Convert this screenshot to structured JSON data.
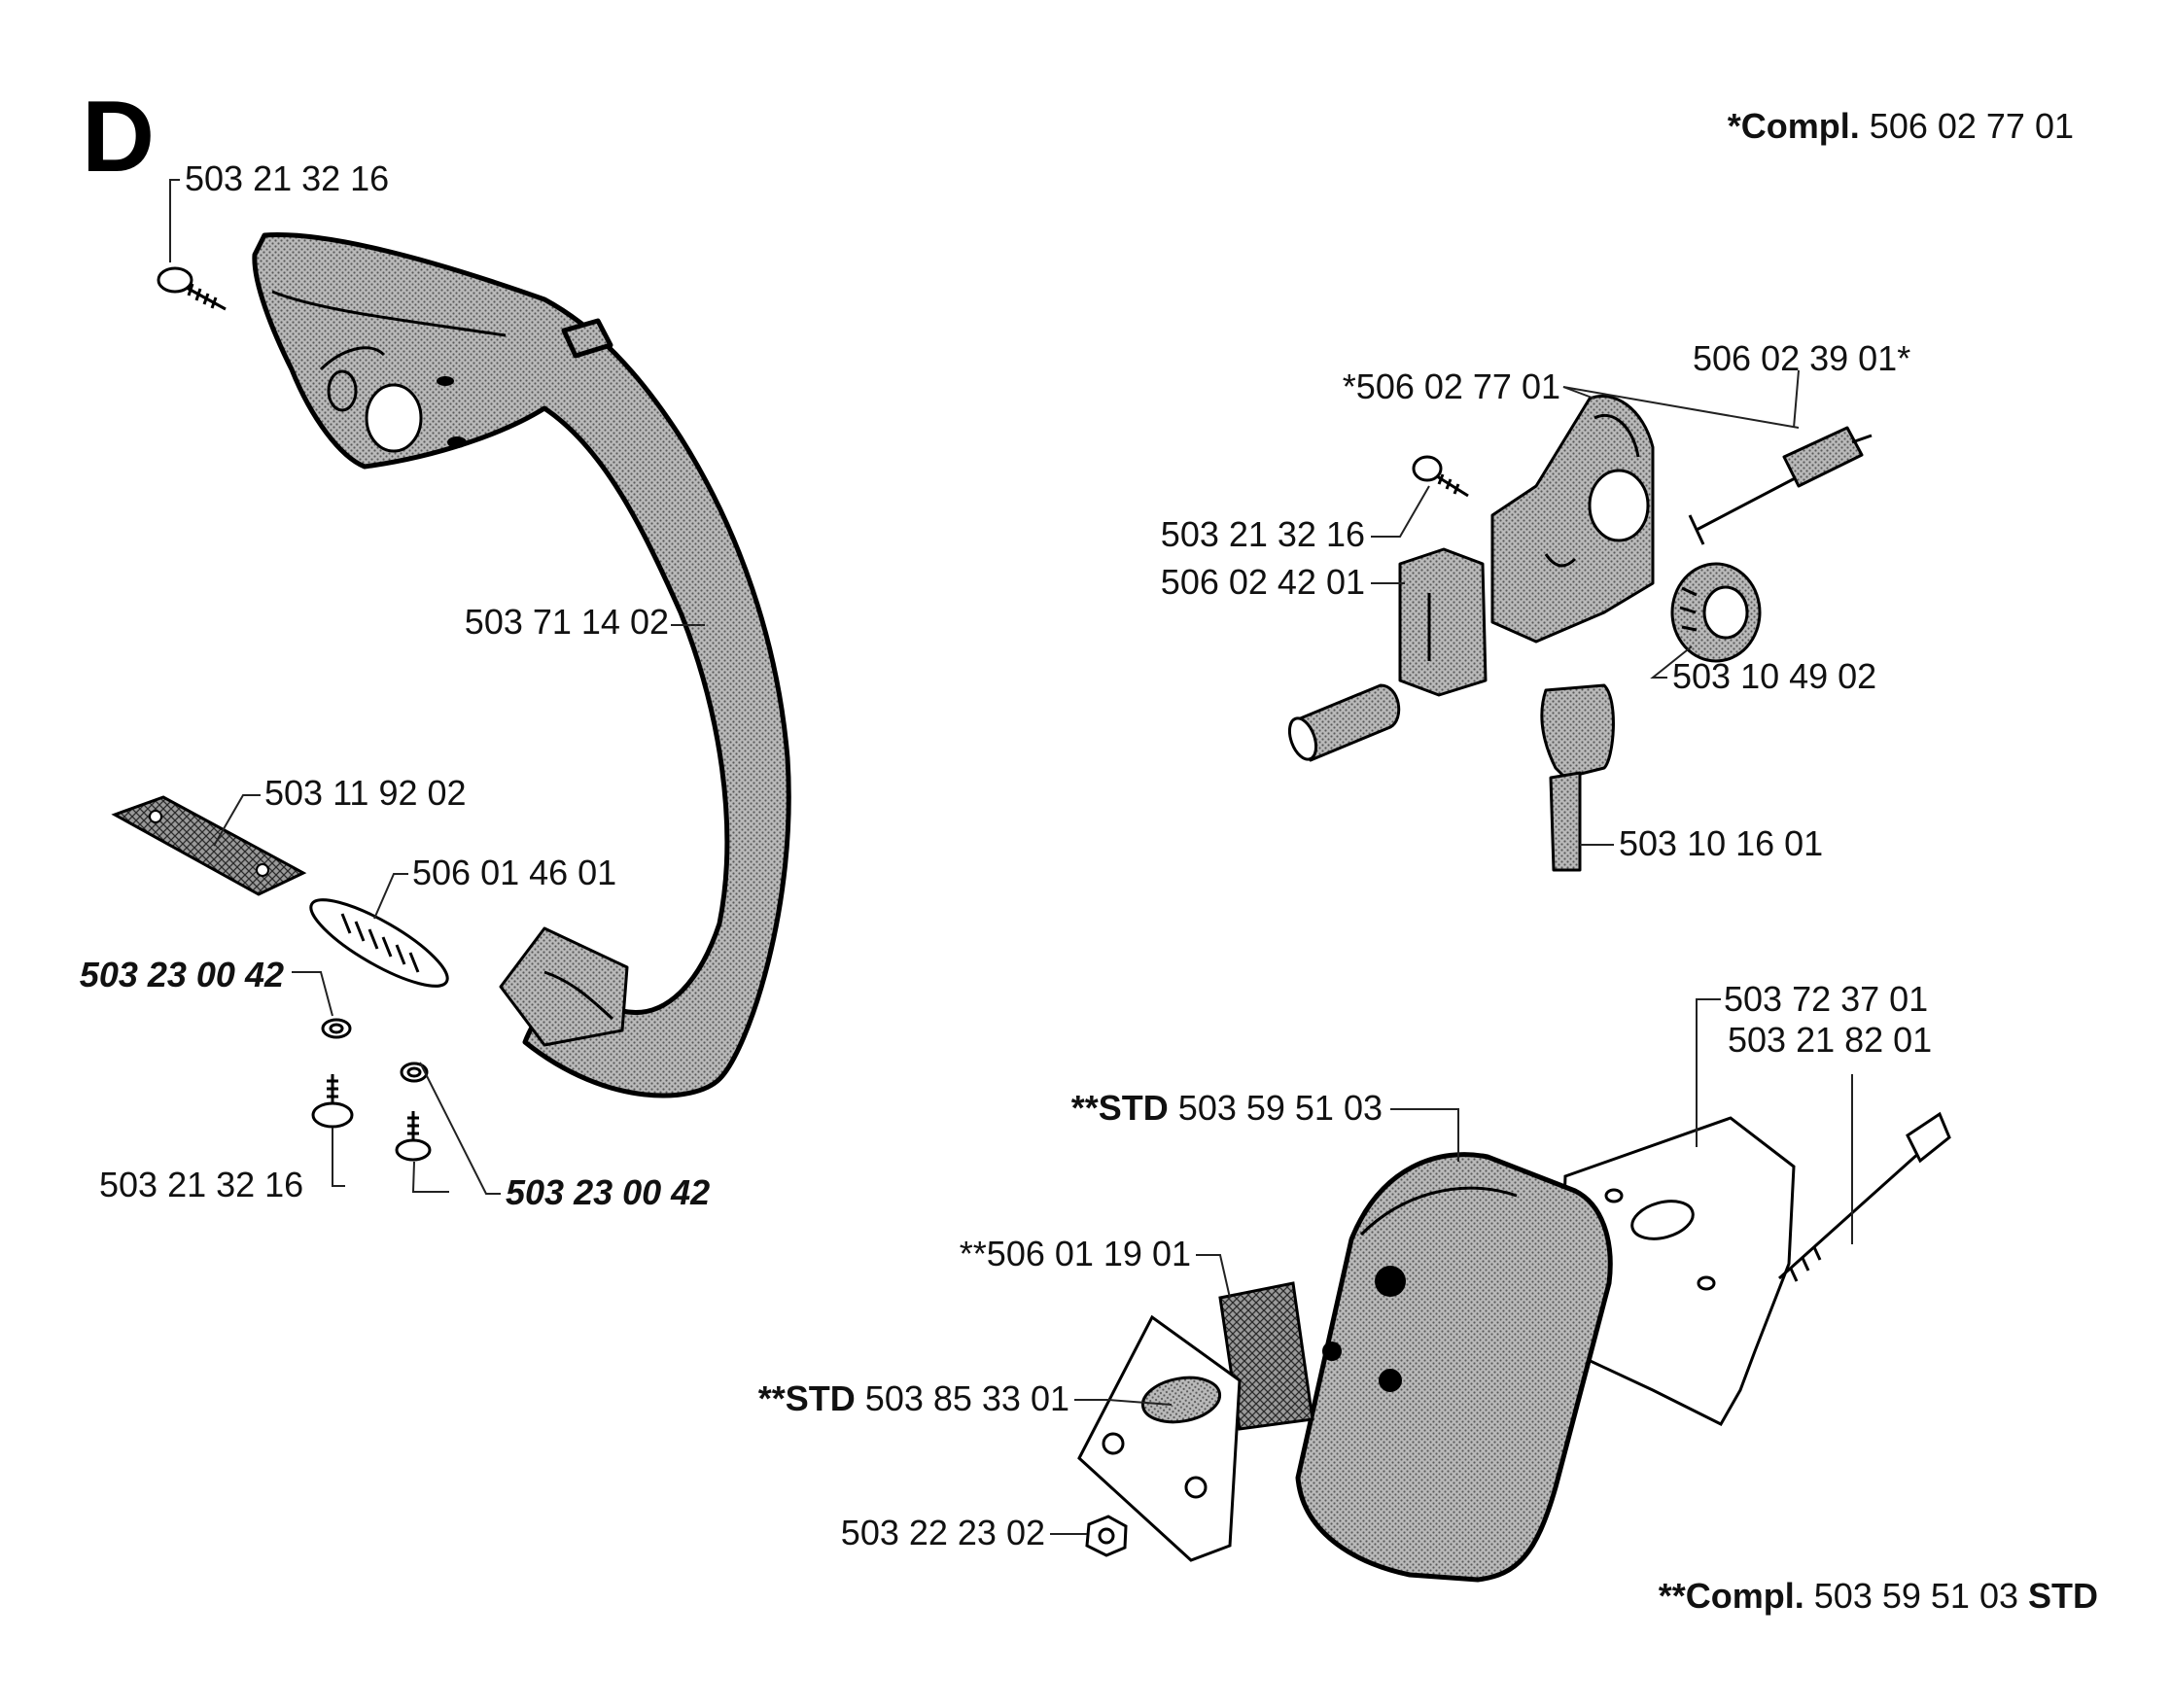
{
  "section_letter": "D",
  "header": {
    "compl_prefix": "*Compl.",
    "compl_number": "506 02 77 01"
  },
  "footer": {
    "compl_prefix": "**Compl.",
    "compl_number": "503 59 51 03",
    "compl_suffix": "STD"
  },
  "labels": {
    "screw_top": "503 21 32 16",
    "handle": "503 71 14 02",
    "plate": "503 11 92 02",
    "spring": "506 01 46 01",
    "washer_left": "503 23 00 42",
    "screw_bottom": "503  21 32 16",
    "washer_right": "503 23 00 42",
    "assembly": "*506 02 77 01",
    "adjuster": "506 02 39 01*",
    "screw_right": "503 21 32 16",
    "lever": "506 02 42 01",
    "grommet": "503 10 49 02",
    "trigger": "503 10 16 01",
    "gasket": "503 72 37 01",
    "bolt": "503 21 82 01",
    "muffler_std_prefix": "**STD",
    "muffler_number": "503 59 51 03",
    "screen": "**506 01 19 01",
    "deflector_std_prefix": "**STD",
    "deflector_number": "503 85 33 01",
    "nut": "503 22 23 02"
  }
}
